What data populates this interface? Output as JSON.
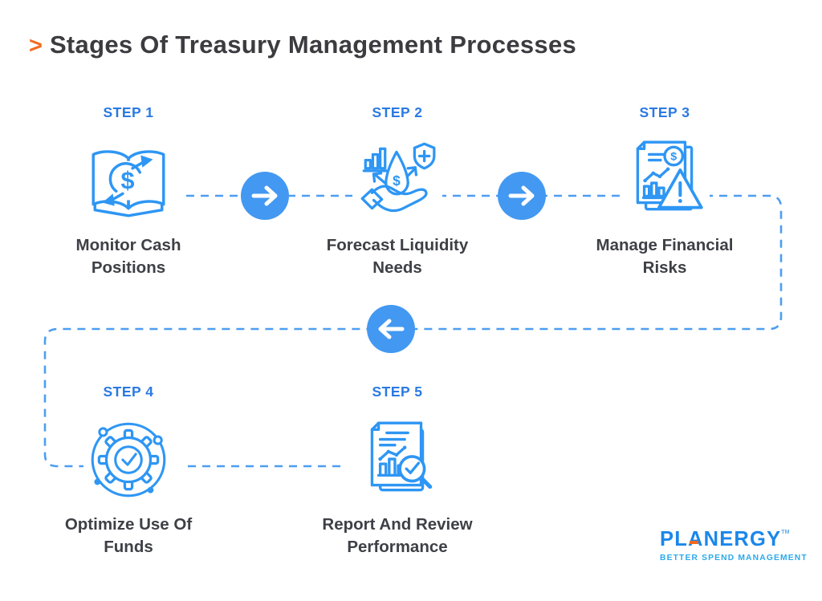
{
  "title": {
    "chevron": ">",
    "text": "Stages Of Treasury Management Processes"
  },
  "steps": [
    {
      "label": "STEP 1",
      "caption": "Monitor Cash Positions",
      "icon": "monitor-cash-icon"
    },
    {
      "label": "STEP 2",
      "caption": "Forecast Liquidity Needs",
      "icon": "forecast-liquidity-icon"
    },
    {
      "label": "STEP 3",
      "caption": "Manage Financial Risks",
      "icon": "manage-risks-icon"
    },
    {
      "label": "STEP 4",
      "caption": "Optimize Use Of Funds",
      "icon": "optimize-funds-icon"
    },
    {
      "label": "STEP 5",
      "caption": "Report And Review Performance",
      "icon": "report-review-icon"
    }
  ],
  "flow": {
    "arrows": [
      "right",
      "right",
      "left"
    ],
    "style": "dashed-blue-connector"
  },
  "icon_glyphs": {
    "dollar": "$"
  },
  "logo": {
    "name": "PLANERGY",
    "trademark": "TM",
    "tagline": "BETTER SPEND MANAGEMENT"
  },
  "colors": {
    "accent_orange": "#F26A21",
    "step_label_blue": "#2A79E3",
    "icon_blue": "#2E96F4",
    "dash_blue": "#4C9EF1",
    "circle_blue": "#4398F1",
    "title_dark": "#3B3B40",
    "caption_dark": "#3E4046",
    "logo_blue": "#1B87EA",
    "tagline_blue": "#2BAAE9"
  }
}
